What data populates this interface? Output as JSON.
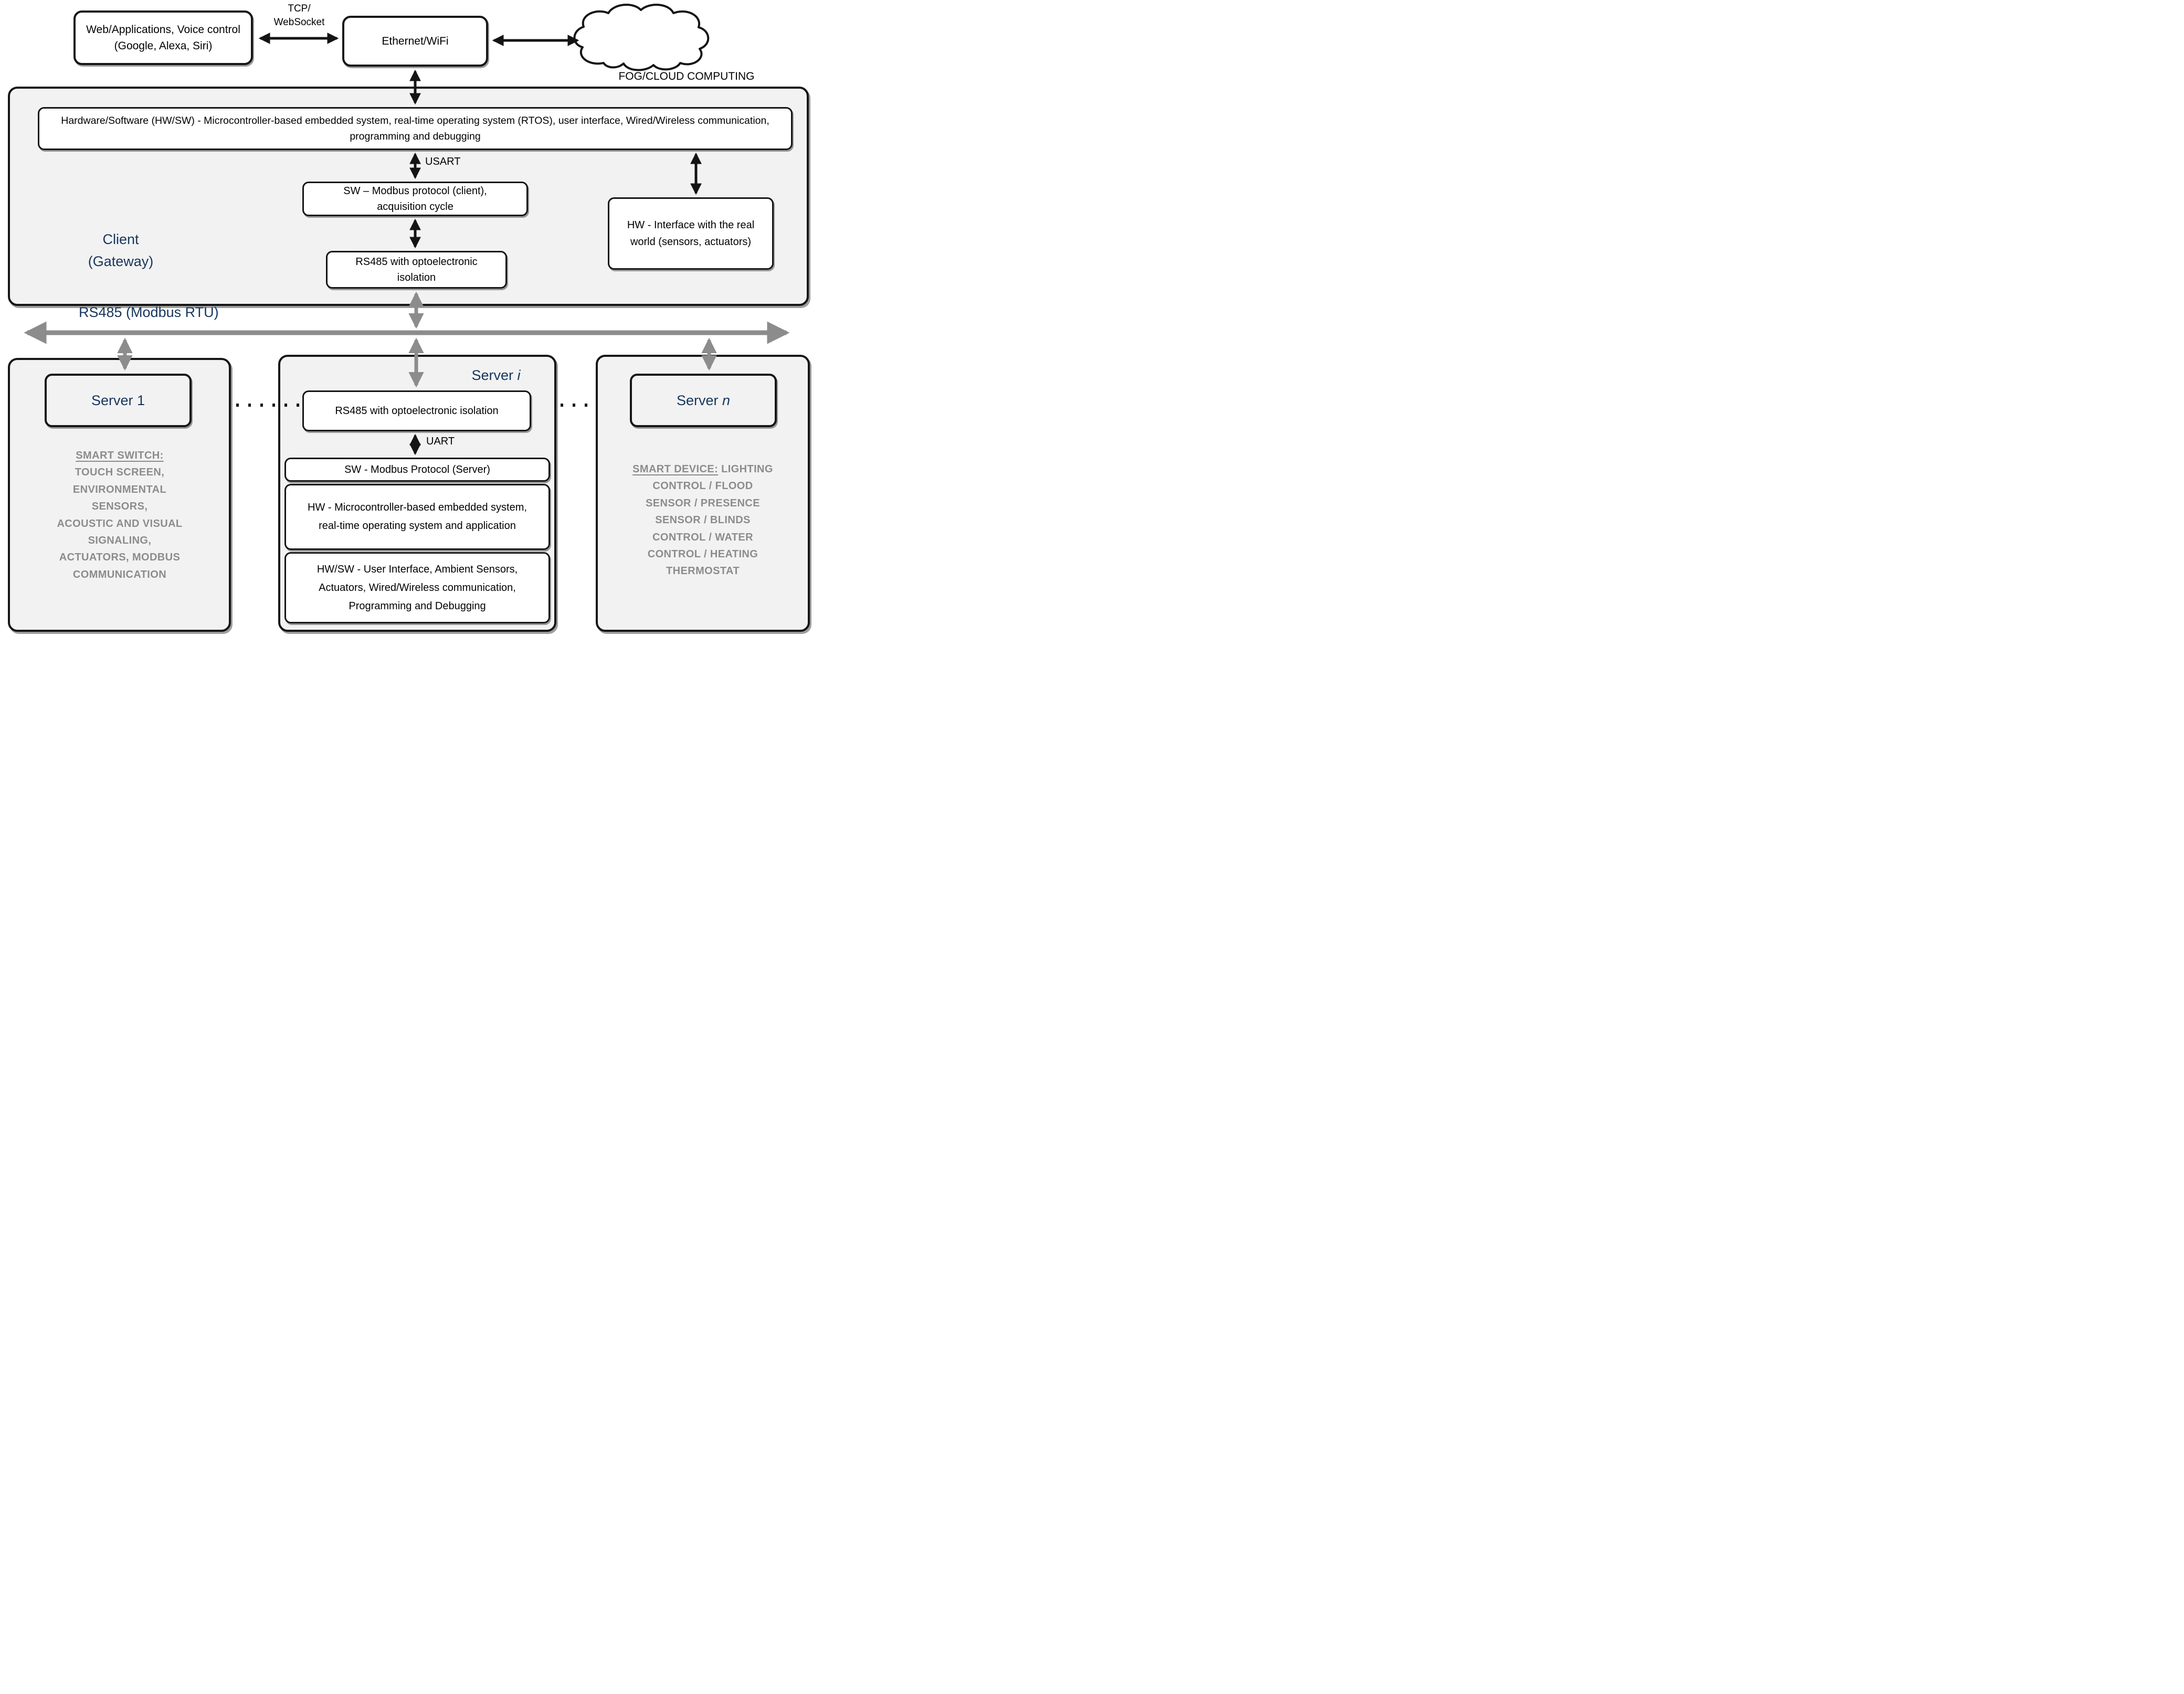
{
  "palette": {
    "navy": "#17375d",
    "gray_text": "#8c8c8c",
    "bus_gray": "#8c8c8c",
    "box_fill": "#ffffff",
    "container_fill": "#f2f2f2",
    "line_black": "#141414"
  },
  "top": {
    "web_box": "Web/Applications, Voice control (Google, Alexa, Siri)",
    "tcp_label_line1": "TCP/",
    "tcp_label_line2": "WebSocket",
    "ethernet_box": "Ethernet/WiFi",
    "cloud_caption": "FOG/CLOUD COMPUTING"
  },
  "client": {
    "hwsw_box": "Hardware/Software (HW/SW) - Microcontroller-based embedded system, real-time operating system (RTOS), user interface, Wired/Wireless communication, programming and debugging",
    "usart_label": "USART",
    "sw_modbus_box": "SW – Modbus protocol (client), acquisition cycle",
    "rs485_box": "RS485 with optoelectronic isolation",
    "hw_interface_box": "HW - Interface with the real world (sensors, actuators)",
    "label_line1": "Client",
    "label_line2": "(Gateway)"
  },
  "bus": {
    "label": "RS485 (Modbus RTU)"
  },
  "server1": {
    "title_prefix": "Server ",
    "title_suffix": "1",
    "heading": "SMART SWITCH:",
    "lines": [
      "TOUCH SCREEN,",
      "ENVIRONMENTAL",
      "SENSORS,",
      "ACOUSTIC AND VISUAL",
      "SIGNALING,",
      "ACTUATORS, MODBUS",
      "COMMUNICATION"
    ]
  },
  "server_i": {
    "title_prefix": "Server ",
    "title_suffix": "i",
    "rs485_box": "RS485 with optoelectronic isolation",
    "uart_label": "UART",
    "sw_box": "SW - Modbus Protocol (Server)",
    "hw_box": "HW - Microcontroller-based embedded system, real-time operating system and application",
    "hwsw_box": "HW/SW - User Interface, Ambient Sensors, Actuators, Wired/Wireless communication, Programming and Debugging"
  },
  "server_n": {
    "title_prefix": "Server ",
    "title_suffix": "n",
    "heading": "SMART DEVICE:",
    "heading_rest": " LIGHTING",
    "lines": [
      "CONTROL / FLOOD",
      "SENSOR / PRESENCE",
      "SENSOR / BLINDS",
      "CONTROL / WATER",
      "CONTROL / HEATING",
      "THERMOSTAT"
    ]
  }
}
